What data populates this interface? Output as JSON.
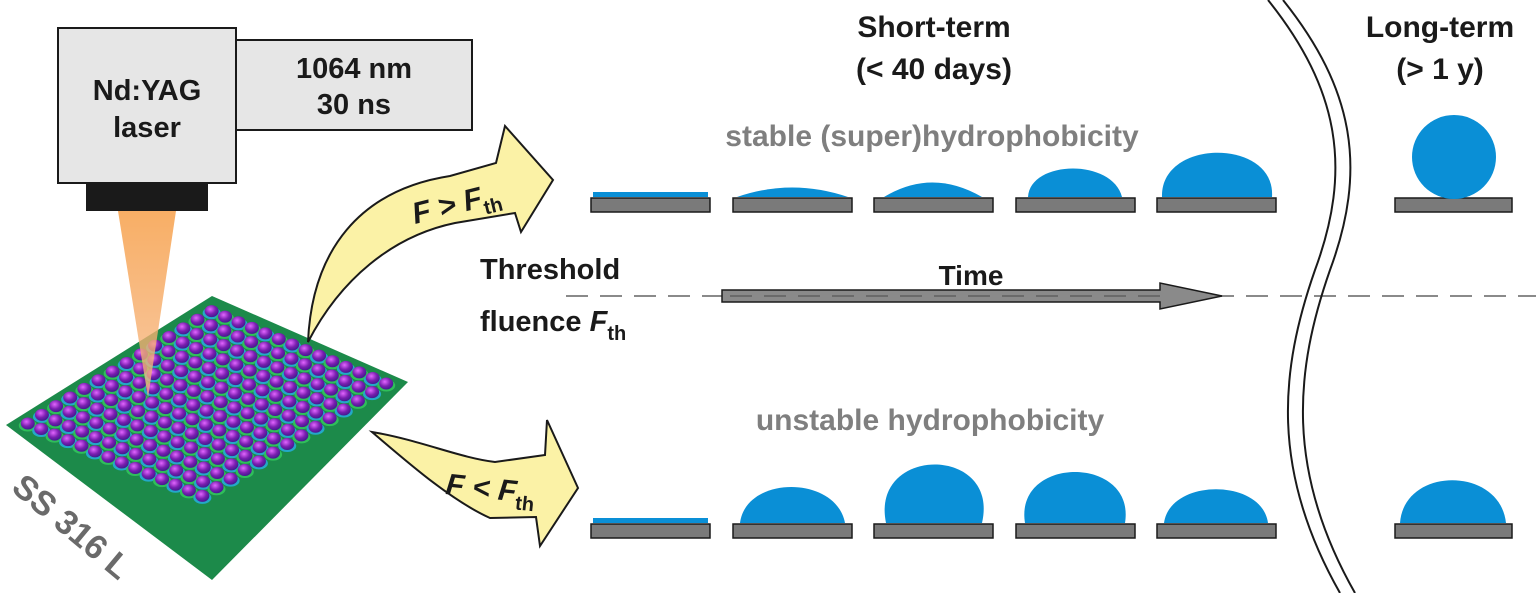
{
  "laser": {
    "name_line1": "Nd:YAG",
    "name_line2": "laser",
    "spec_line1": "1064 nm",
    "spec_line2": "30 ns"
  },
  "sample": {
    "label": "SS 316 L"
  },
  "arrows": {
    "upper": {
      "base": "F > F",
      "sub": "th"
    },
    "lower": {
      "base": "F < F",
      "sub": "th"
    }
  },
  "threshold": {
    "line1": "Threshold",
    "line2_base": "fluence ",
    "line2_var": "F",
    "line2_sub": "th",
    "time_label": "Time"
  },
  "headers": {
    "short_term_line1": "Short-term",
    "short_term_line2": "(< 40 days)",
    "long_term_line1": "Long-term",
    "long_term_line2": "(> 1 y)"
  },
  "rows": {
    "stable_label": "stable (super)hydrophobicity",
    "unstable_label": "unstable hydrophobicity"
  },
  "colors": {
    "droplet": "#0a8fd6",
    "substrate": "#7a7a7a",
    "label_gray": "#7f7f7f",
    "arrow_fill": "#fbf2a6",
    "laser_box": "#e6e6e6"
  }
}
